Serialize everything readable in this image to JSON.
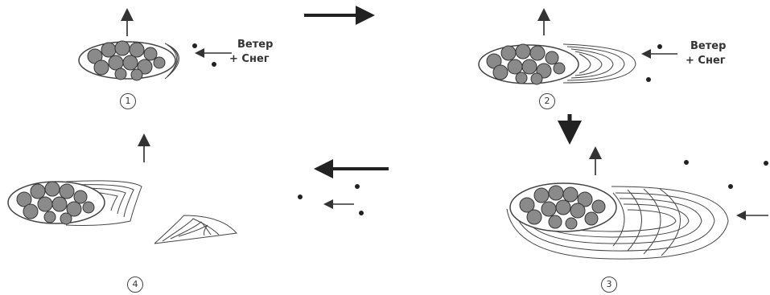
{
  "stages": [
    {
      "number": "1",
      "label_line1": "Ветер",
      "label_line2": "+ Снег"
    },
    {
      "number": "2",
      "label_line1": "Ветер",
      "label_line2": "+ Снег"
    },
    {
      "number": "3"
    },
    {
      "number": "4"
    }
  ],
  "colors": {
    "ink": "#333333",
    "stone": "#888888",
    "arrow": "#2a2a2a"
  }
}
